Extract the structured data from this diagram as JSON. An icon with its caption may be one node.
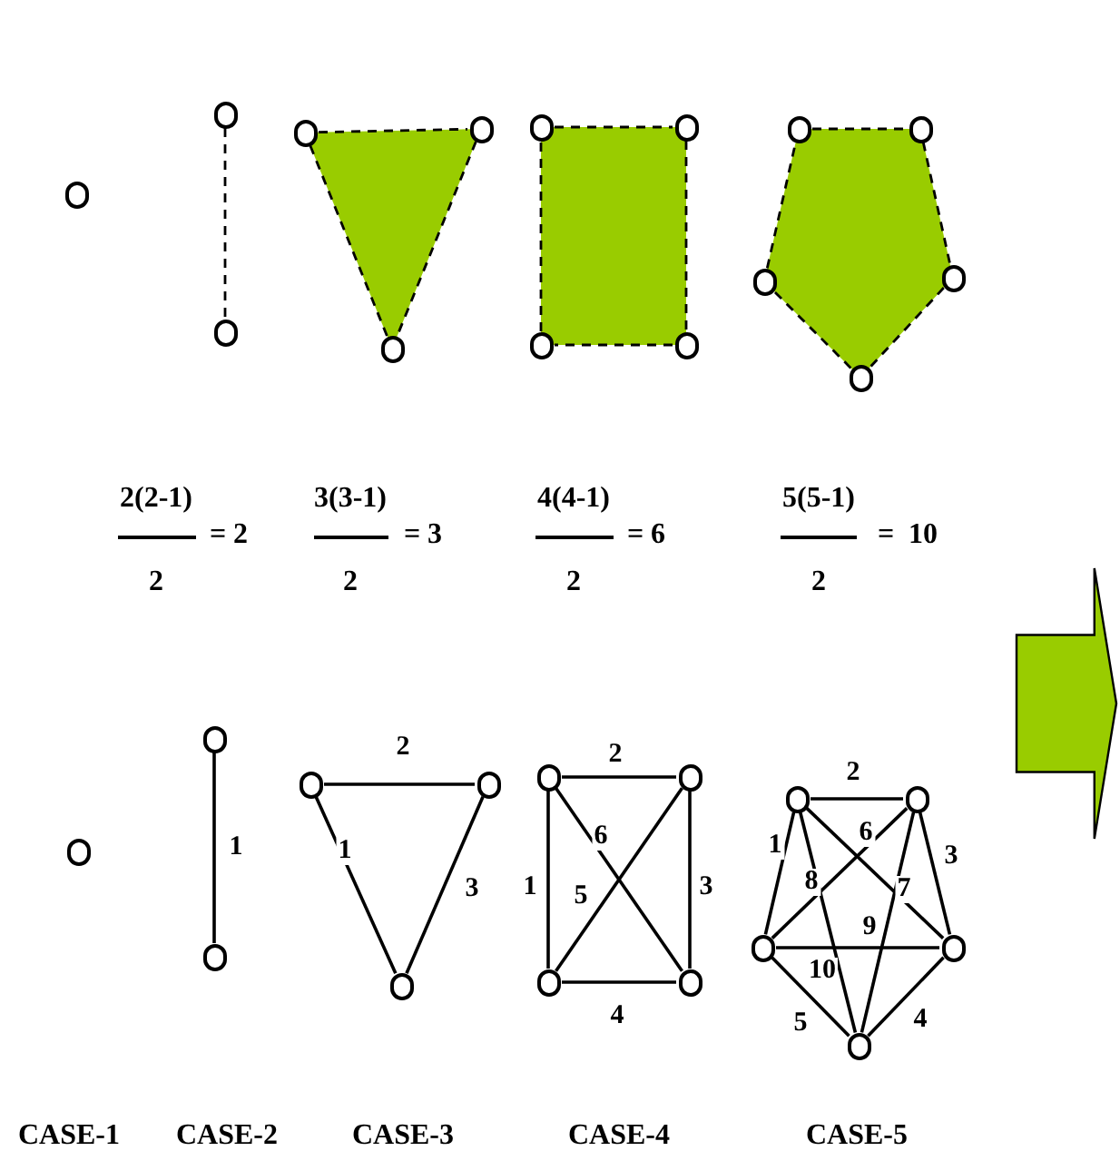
{
  "diagram": {
    "nodes": [
      {
        "text": [],
        "shape": "circle"
      },
      {
        "text": [],
        "shape": "circle"
      },
      {
        "text": [],
        "shape": "circle"
      },
      {
        "text": [],
        "shape": "triangle"
      },
      {
        "text": [],
        "shape": "circle"
      },
      {
        "text": [],
        "shape": "circle"
      },
      {
        "text": [],
        "shape": "circle"
      },
      {
        "text": [],
        "shape": "box"
      },
      {
        "text": [],
        "shape": "circle"
      },
      {
        "text": [],
        "shape": "circle"
      },
      {
        "text": [],
        "shape": "circle"
      },
      {
        "text": [],
        "shape": "circle"
      },
      {
        "text": [],
        "shape": "pentagon"
      },
      {
        "text": [],
        "shape": "circle"
      },
      {
        "text": [],
        "shape": "circle"
      },
      {
        "text": [],
        "shape": "circle"
      },
      {
        "text": [],
        "shape": "circle"
      },
      {
        "text": [],
        "shape": "circle"
      },
      {
        "text": [],
        "shape": "arrow"
      },
      {
        "text": [],
        "shape": "circle"
      },
      {
        "text": [],
        "shape": "circle"
      },
      {
        "text": [],
        "shape": "circle"
      },
      {
        "text": [],
        "shape": "circle"
      },
      {
        "text": [],
        "shape": "circle"
      },
      {
        "text": [],
        "shape": "circle"
      },
      {
        "text": [],
        "shape": "circle"
      },
      {
        "text": [],
        "shape": "circle"
      },
      {
        "text": [],
        "shape": "circle"
      },
      {
        "text": [],
        "shape": "circle"
      },
      {
        "text": [],
        "shape": "circle"
      },
      {
        "text": [],
        "shape": "circle"
      },
      {
        "text": [],
        "shape": "circle"
      },
      {
        "text": [],
        "shape": "circle"
      },
      {
        "text": [],
        "shape": "circle"
      }
    ],
    "edges": [
      {
        "from": 1,
        "to": 2,
        "arrow": "none",
        "style": "dashed"
      },
      {
        "from": 4,
        "to": 5,
        "arrow": "none",
        "style": "dashed"
      },
      {
        "from": 5,
        "to": 6,
        "arrow": "none",
        "style": "dashed"
      },
      {
        "from": 6,
        "to": 4,
        "arrow": "none",
        "style": "dashed"
      },
      {
        "from": 8,
        "to": 9,
        "arrow": "none",
        "style": "dashed"
      },
      {
        "from": 9,
        "to": 10,
        "arrow": "none",
        "style": "dashed"
      },
      {
        "from": 10,
        "to": 11,
        "arrow": "none",
        "style": "dashed"
      },
      {
        "from": 11,
        "to": 8,
        "arrow": "none",
        "style": "dashed"
      },
      {
        "from": 13,
        "to": 14,
        "arrow": "none",
        "style": "dashed"
      },
      {
        "from": 14,
        "to": 15,
        "arrow": "none",
        "style": "dashed"
      },
      {
        "from": 15,
        "to": 16,
        "arrow": "none",
        "style": "dashed"
      },
      {
        "from": 16,
        "to": 17,
        "arrow": "none",
        "style": "dashed"
      },
      {
        "from": 17,
        "to": 13,
        "arrow": "none",
        "style": "dashed"
      },
      {
        "from": 20,
        "to": 21,
        "arrow": "none",
        "label": "1"
      },
      {
        "from": 22,
        "to": 24,
        "arrow": "none",
        "label": "1"
      },
      {
        "from": 22,
        "to": 23,
        "arrow": "none",
        "label": "2"
      },
      {
        "from": 23,
        "to": 24,
        "arrow": "none",
        "label": "3"
      },
      {
        "from": 25,
        "to": 28,
        "arrow": "none",
        "label": "1"
      },
      {
        "from": 25,
        "to": 26,
        "arrow": "none",
        "label": "2"
      },
      {
        "from": 26,
        "to": 27,
        "arrow": "none",
        "label": "3"
      },
      {
        "from": 28,
        "to": 27,
        "arrow": "none",
        "label": "4"
      },
      {
        "from": 28,
        "to": 26,
        "arrow": "none",
        "label": "5"
      },
      {
        "from": 25,
        "to": 27,
        "arrow": "none",
        "label": "6"
      },
      {
        "from": 29,
        "to": 33,
        "arrow": "none",
        "label": "1"
      },
      {
        "from": 29,
        "to": 30,
        "arrow": "none",
        "label": "2"
      },
      {
        "from": 30,
        "to": 31,
        "arrow": "none",
        "label": "3"
      },
      {
        "from": 31,
        "to": 32,
        "arrow": "none",
        "label": "4"
      },
      {
        "from": 32,
        "to": 33,
        "arrow": "none",
        "label": "5"
      },
      {
        "from": 30,
        "to": 33,
        "arrow": "none",
        "label": "6"
      },
      {
        "from": 30,
        "to": 32,
        "arrow": "none",
        "label": "7"
      },
      {
        "from": 29,
        "to": 32,
        "arrow": "none",
        "label": "8"
      },
      {
        "from": 29,
        "to": 31,
        "arrow": "none",
        "label": "9"
      },
      {
        "from": 31,
        "to": 33,
        "arrow": "none",
        "label": "10"
      }
    ],
    "labels": [
      "2(2-1)",
      "= 2",
      "2",
      "3(3-1)",
      "= 3",
      "2",
      "4(4-1)",
      "= 6",
      "2",
      "5(5-1)",
      "=  10",
      "2",
      "CASE-1",
      "CASE-2",
      "CASE-3",
      "CASE-4",
      "CASE-5"
    ]
  }
}
